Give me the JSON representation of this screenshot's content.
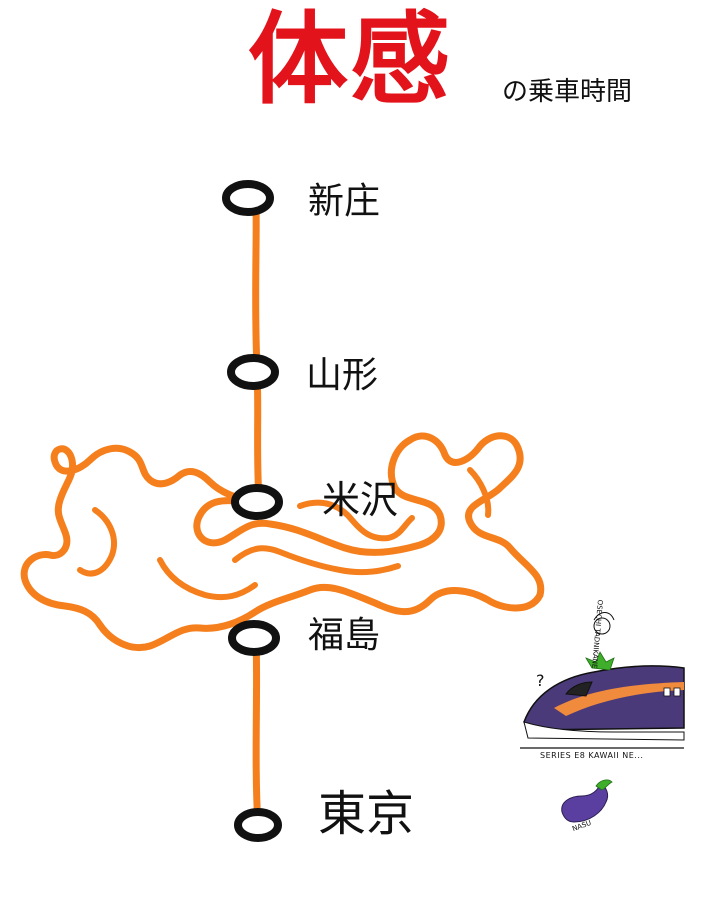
{
  "title": {
    "main": "体感",
    "sub": "の乗車時間"
  },
  "colors": {
    "title": "#e3131b",
    "line": "#f57f1c",
    "station": "#111111",
    "train_body": "#4b3a7a",
    "train_stripe": "#f08a3c",
    "eggplant": "#5b3fa0",
    "leaf": "#3fae2a"
  },
  "stations": [
    {
      "name": "新庄"
    },
    {
      "name": "山形"
    },
    {
      "name": "米沢"
    },
    {
      "name": "福島"
    },
    {
      "name": "東京"
    }
  ],
  "train": {
    "caption": "SERIES E8 KAWAII NE...",
    "question_mark": "?",
    "author_signature": "OSECHI TADNIKANE"
  },
  "eggplant": {
    "label": "NASU"
  }
}
